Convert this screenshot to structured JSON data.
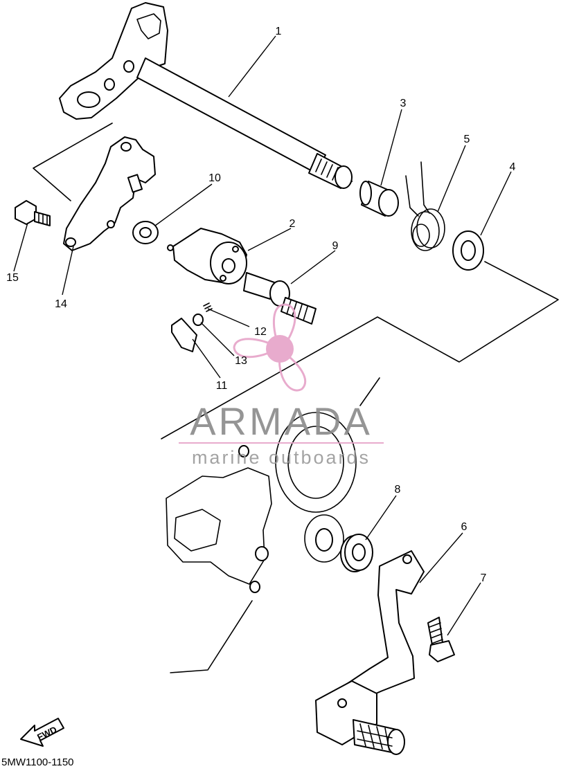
{
  "diagram": {
    "code": "5MW1100-1150",
    "fwd_label": "FWD",
    "callouts": [
      {
        "id": "callout-1",
        "label": "1"
      },
      {
        "id": "callout-2",
        "label": "2"
      },
      {
        "id": "callout-3",
        "label": "3"
      },
      {
        "id": "callout-4",
        "label": "4"
      },
      {
        "id": "callout-5",
        "label": "5"
      },
      {
        "id": "callout-6",
        "label": "6"
      },
      {
        "id": "callout-7",
        "label": "7"
      },
      {
        "id": "callout-8",
        "label": "8"
      },
      {
        "id": "callout-9",
        "label": "9"
      },
      {
        "id": "callout-10",
        "label": "10"
      },
      {
        "id": "callout-11",
        "label": "11"
      },
      {
        "id": "callout-12",
        "label": "12"
      },
      {
        "id": "callout-13",
        "label": "13"
      },
      {
        "id": "callout-14",
        "label": "14"
      },
      {
        "id": "callout-15",
        "label": "15"
      }
    ]
  },
  "watermark": {
    "brand": "ARMADA",
    "tagline": "marine outboards",
    "color": "#e6a3c8"
  }
}
